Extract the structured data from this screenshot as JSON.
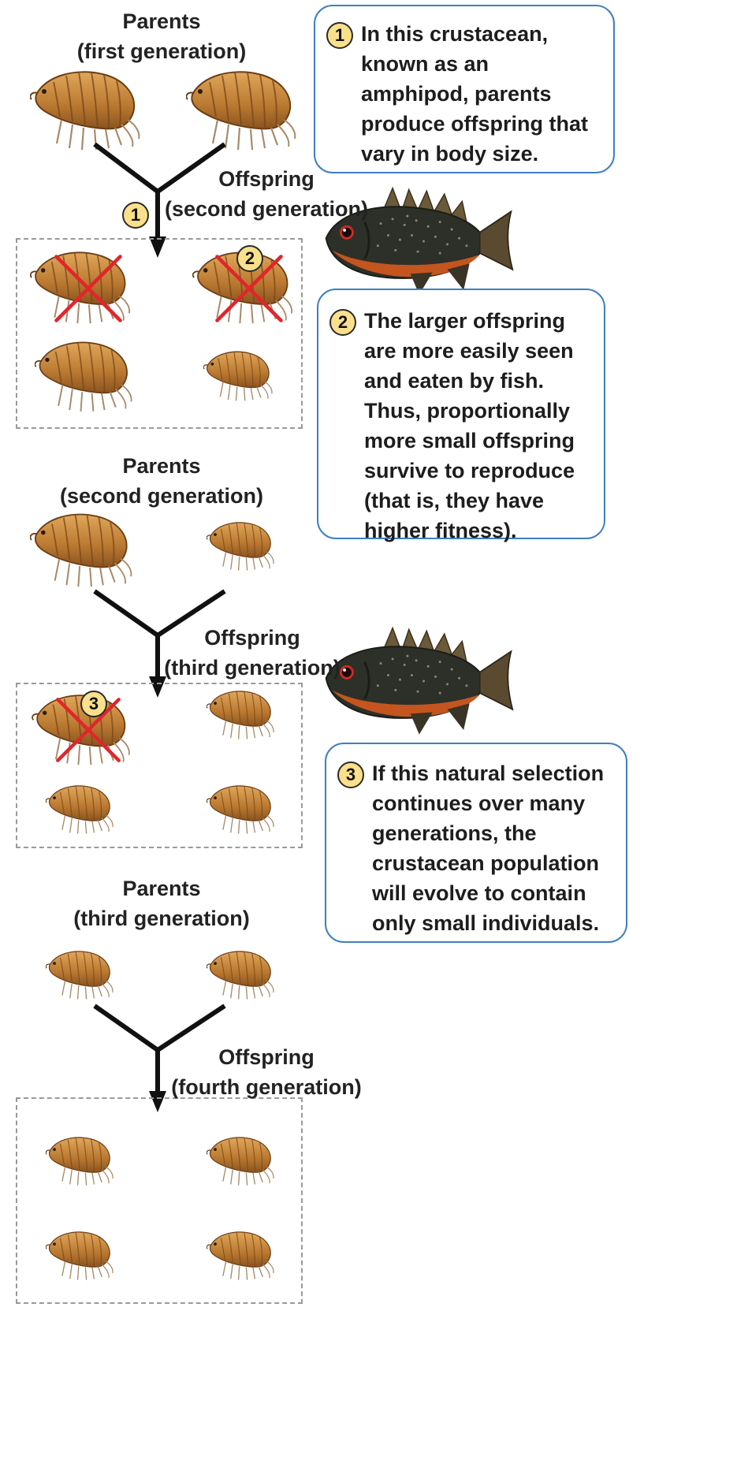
{
  "groups": {
    "parents1": {
      "line1": "Parents",
      "line2": "(first generation)"
    },
    "offspring2": {
      "line1": "Offspring",
      "line2": "(second generation)"
    },
    "parents2": {
      "line1": "Parents",
      "line2": "(second generation)"
    },
    "offspring3": {
      "line1": "Offspring",
      "line2": "(third generation)"
    },
    "parents3": {
      "line1": "Parents",
      "line2": "(third generation)"
    },
    "offspring4": {
      "line1": "Offspring",
      "line2": "(fourth generation)"
    }
  },
  "callouts": [
    {
      "number": "1",
      "lines": [
        "In this crustacean,",
        "known as an",
        "amphipod, parents",
        "produce offspring that",
        "vary in body size."
      ]
    },
    {
      "number": "2",
      "lines": [
        "The larger offspring",
        "are more easily seen",
        "and eaten by fish.",
        "Thus, proportionally",
        "more small offspring",
        "survive to reproduce",
        "(that is, they have",
        "higher fitness)."
      ]
    },
    {
      "number": "3",
      "lines": [
        "If this natural selection",
        "continues over many",
        "generations, the",
        "crustacean population",
        "will evolve to contain",
        "only small individuals."
      ]
    }
  ],
  "step_markers": [
    "1",
    "2",
    "3"
  ],
  "colors": {
    "callout_border": "#3f7fbf",
    "badge_fill": "#fbe08c",
    "eaten_cross": "#e0262b",
    "amphipod": "#c98a3a",
    "fish_body": "#2c3028",
    "fish_belly": "#c4551f"
  },
  "icons": [
    "amphipod-icon",
    "fish-icon",
    "eaten-cross-icon"
  ]
}
